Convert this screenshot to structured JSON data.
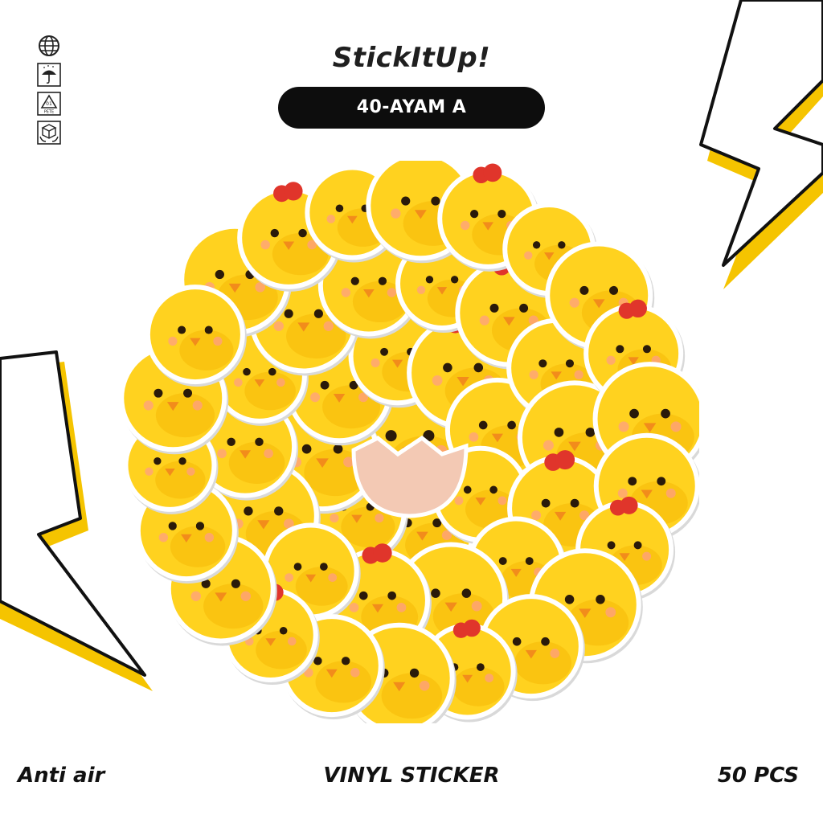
{
  "brand": {
    "name": "StickItUp!"
  },
  "product": {
    "code": "40-AYAM A"
  },
  "icons": [
    "globe-icon",
    "umbrella-icon",
    "recycle-pete-icon",
    "package-icon"
  ],
  "recycle": {
    "code": "01",
    "label": "PETE"
  },
  "footer": {
    "left": "Anti air",
    "center": "VINYL STICKER",
    "right": "50 PCS"
  },
  "colors": {
    "bolt_fill": "#ffffff",
    "bolt_outline": "#111111",
    "bolt_shadow": "#f5c400",
    "chick_yellow": "#ffd21f",
    "chick_shade": "#f3b400",
    "comb_red": "#e0352b",
    "pill_bg": "#0d0d0d"
  },
  "image": {
    "subject": "Circular cluster of about 50 cute yellow chick (ayam) vinyl stickers with white die-cut borders"
  }
}
